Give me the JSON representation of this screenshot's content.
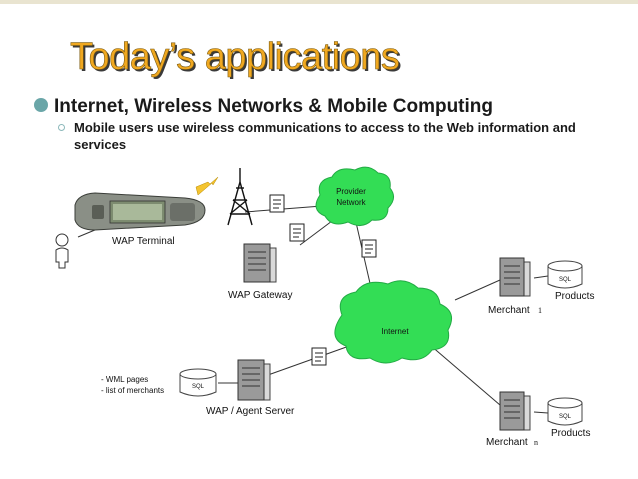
{
  "slide": {
    "title": "Today’s applications",
    "bullet_main": "Internet, Wireless Networks & Mobile Computing",
    "bullet_sub": "Mobile users use wireless communications to access to the Web information and services"
  },
  "diagram": {
    "wap_terminal": "WAP Terminal",
    "provider_network_line1": "Provider",
    "provider_network_line2": "Network",
    "wap_gateway": "WAP Gateway",
    "internet": "Internet",
    "merchant_1": "Merchant",
    "merchant_1_index": "1",
    "merchant_n": "Merchant",
    "merchant_n_index": "n",
    "products_1": "Products",
    "products_n": "Products",
    "sql": "SQL",
    "server_note_1": "- WML pages",
    "server_note_2": "- list of merchants",
    "wap_agent_server": "WAP / Agent Server"
  },
  "colors": {
    "title": "#f0a820",
    "cloud": "#33dd55",
    "bullet": "#6aa6a8"
  }
}
